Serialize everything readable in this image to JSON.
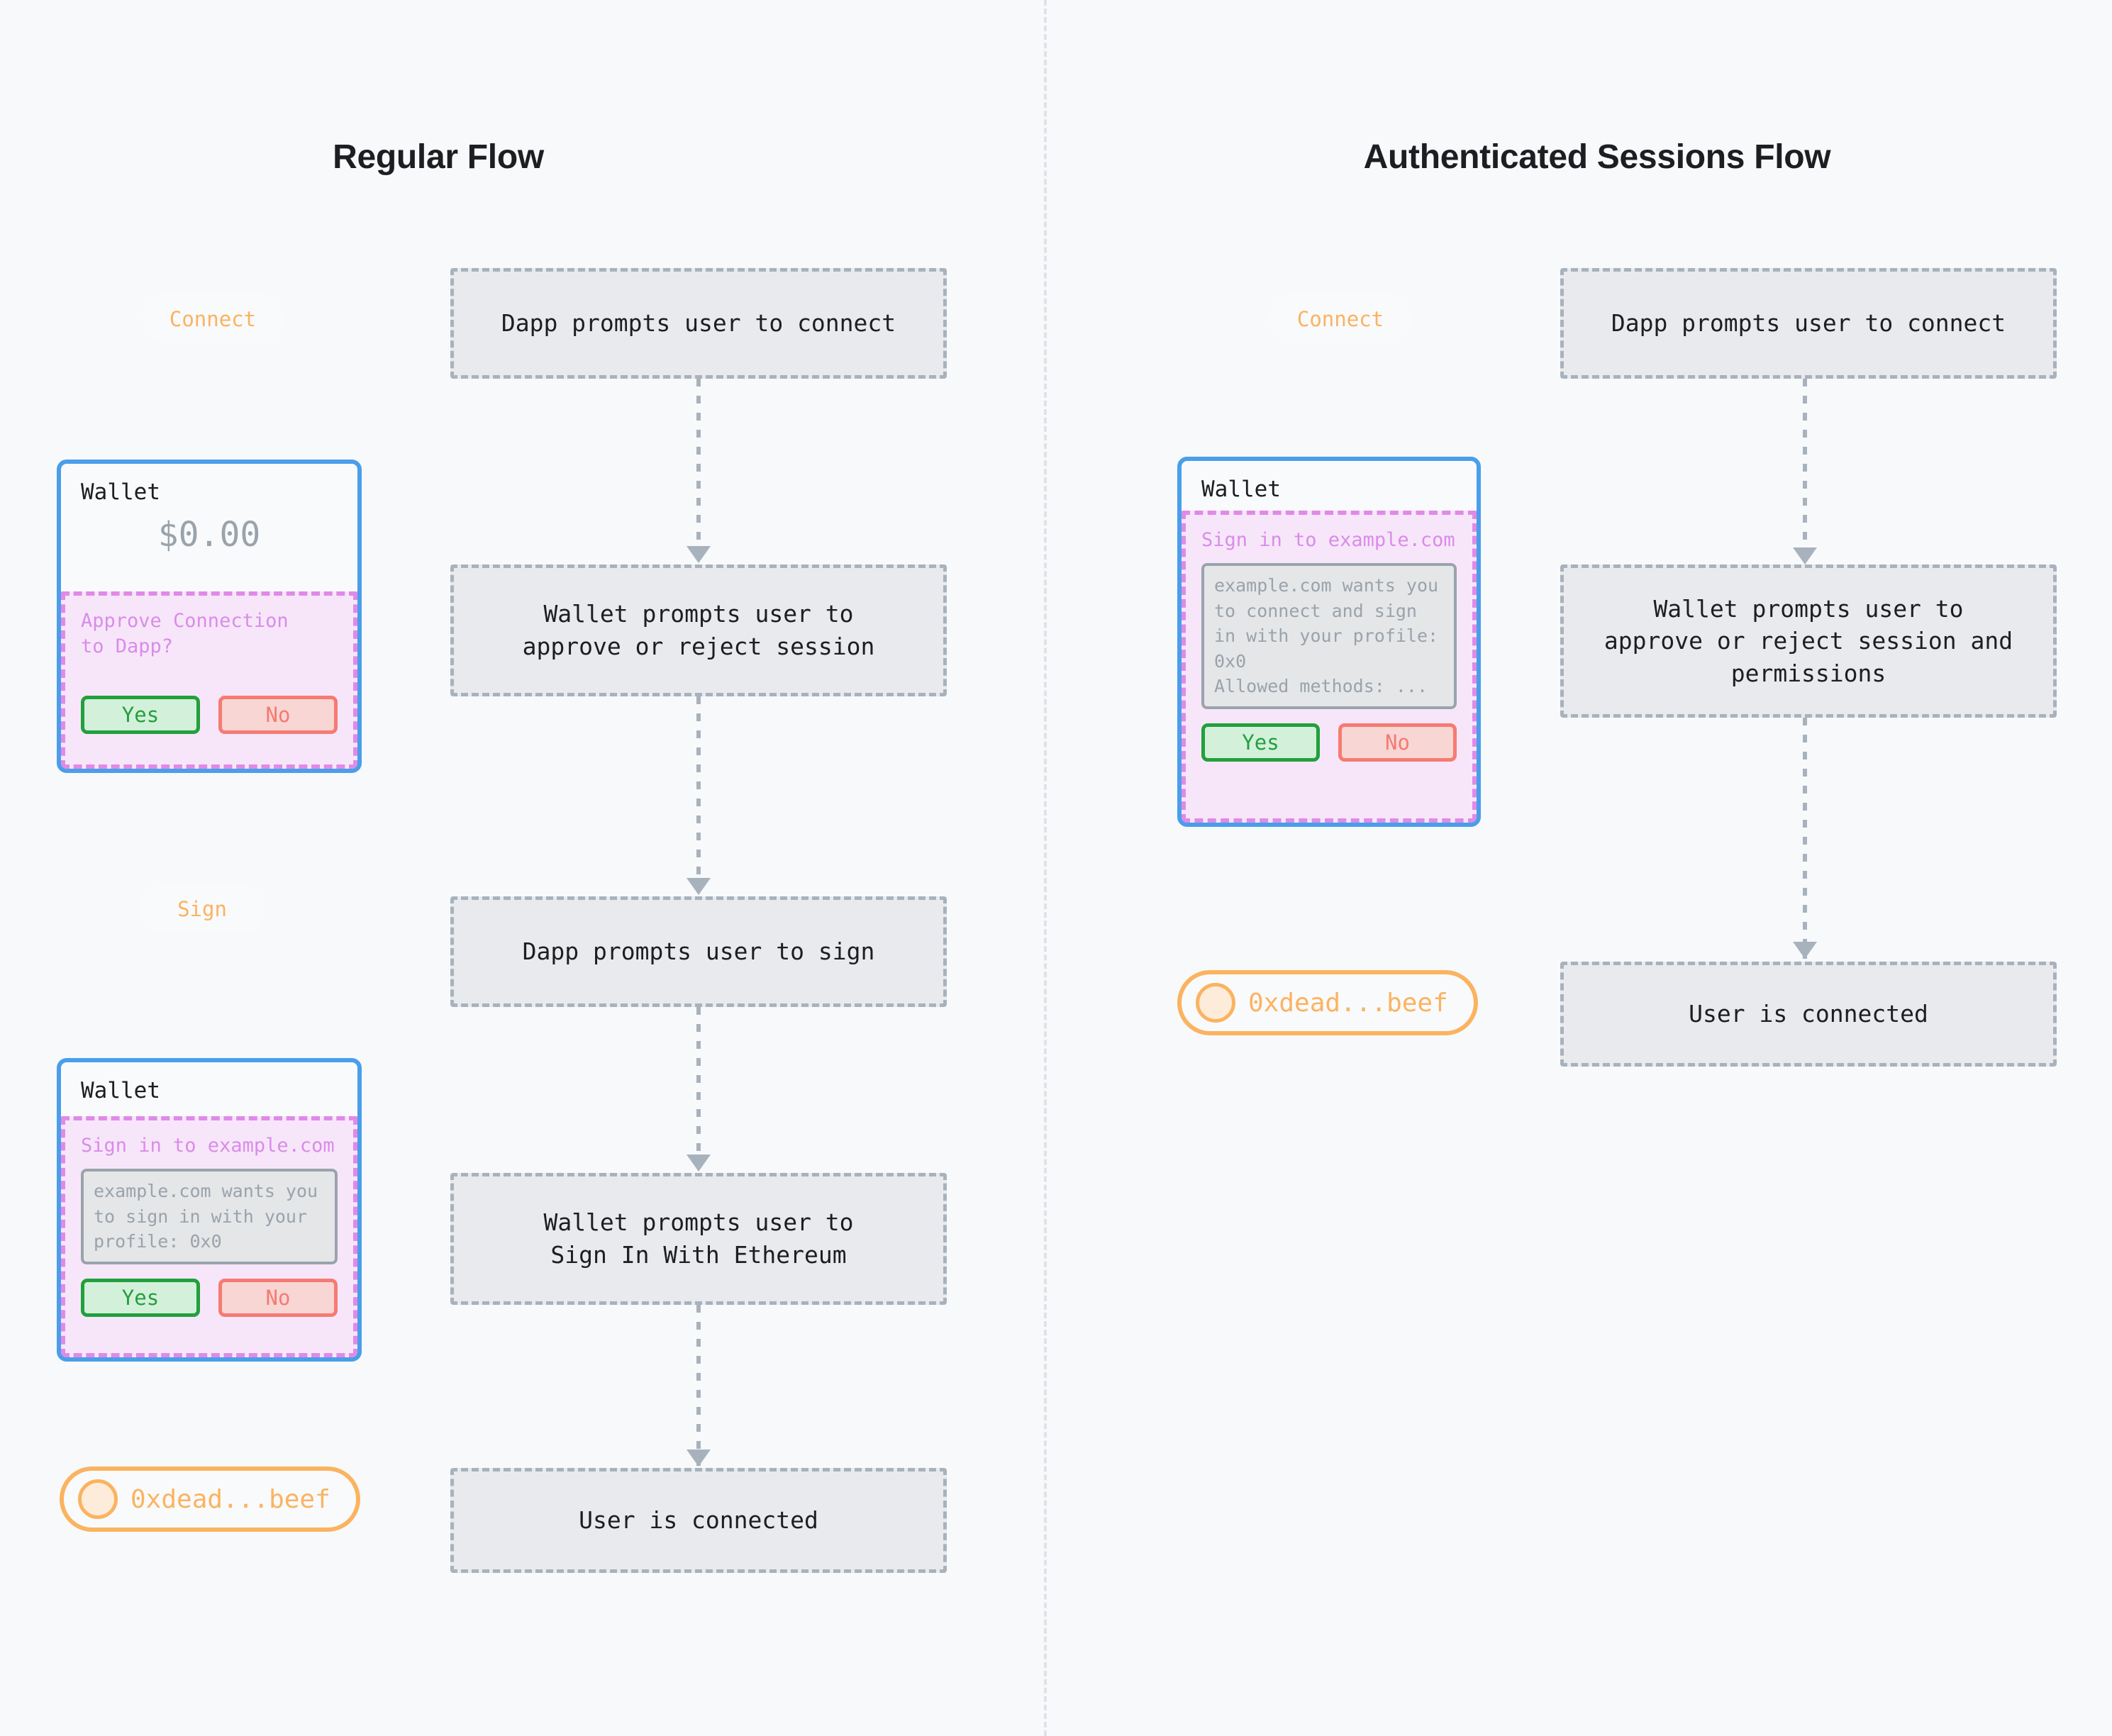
{
  "canvas": {
    "background": "#f7f9fb",
    "divider_color": "#dfe3e8"
  },
  "colors": {
    "accent_orange": "#fbb360",
    "wallet_border_blue": "#4a9eea",
    "prompt_pink_border": "#e08ae8",
    "prompt_pink_fill": "#f7e6fa",
    "prompt_text_pink": "#d98ce8",
    "step_box_fill": "#e8eaed",
    "step_box_border": "#a8b2bd",
    "yes_green": "#22a03c",
    "no_red": "#f57b72",
    "muted_gray": "#9aa3ab",
    "title_dark": "#1c1e21"
  },
  "flows": [
    {
      "id": "regular",
      "title": "Regular Flow",
      "ui": {
        "connect_button": "Connect",
        "sign_button": "Sign",
        "account_pill": "0xdead...beef",
        "wallet_cards": [
          {
            "header": "Wallet",
            "balance": "$0.00",
            "prompt_title": "Approve Connection\nto Dapp?",
            "message": null,
            "yes_label": "Yes",
            "no_label": "No"
          },
          {
            "header": "Wallet",
            "balance": null,
            "prompt_title": "Sign in to example.com",
            "message": "example.com wants you\nto sign in with your\nprofile: 0x0",
            "yes_label": "Yes",
            "no_label": "No"
          }
        ]
      },
      "steps": [
        "Dapp prompts user to connect",
        "Wallet prompts user to\napprove or reject session",
        "Dapp prompts user to sign",
        "Wallet prompts user to\nSign In With Ethereum",
        "User is connected"
      ]
    },
    {
      "id": "authenticated",
      "title": "Authenticated Sessions Flow",
      "ui": {
        "connect_button": "Connect",
        "sign_button": null,
        "account_pill": "0xdead...beef",
        "wallet_cards": [
          {
            "header": "Wallet",
            "balance": null,
            "prompt_title": "Sign in to example.com",
            "message": "example.com wants you\nto connect and sign\nin with your profile:\n0x0\nAllowed methods: ...",
            "yes_label": "Yes",
            "no_label": "No"
          }
        ]
      },
      "steps": [
        "Dapp prompts user to connect",
        "Wallet prompts user to\napprove or reject session and\npermissions",
        "User is connected"
      ]
    }
  ]
}
